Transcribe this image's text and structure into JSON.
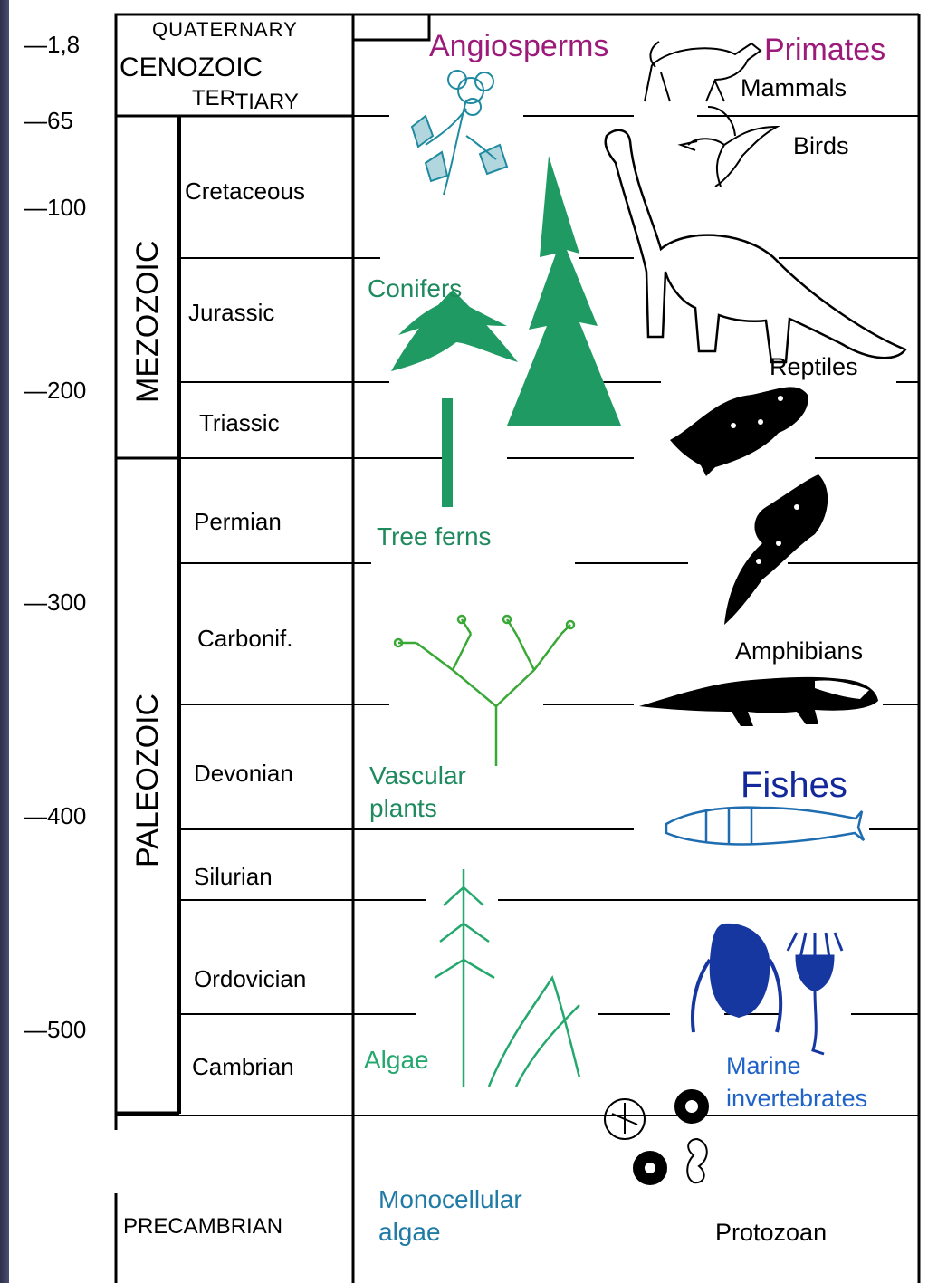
{
  "title": "",
  "colors": {
    "black": "#000000",
    "angiosperms": "#9b1a7a",
    "primates": "#9b1a7a",
    "conifers": "#1f8a5e",
    "tree_ferns": "#1f8a5e",
    "vascular_plants": "#1f8a5e",
    "algae": "#25a86e",
    "monocellular": "#1f7ba6",
    "fishes": "#13289b",
    "marine": "#1f62c8",
    "fish_drawing": "#1d6db0",
    "vascular_drawing": "#3aa836",
    "angio_drawing": "#1f8aa0",
    "trilobite": "#1636a0"
  },
  "time_axis": {
    "labels": [
      {
        "text": "—1,8",
        "value": 1.8
      },
      {
        "text": "—65",
        "value": 65
      },
      {
        "text": "—100",
        "value": 100
      },
      {
        "text": "—200",
        "value": 200
      },
      {
        "text": "—300",
        "value": 300
      },
      {
        "text": "—400",
        "value": 400
      },
      {
        "text": "—500",
        "value": 500
      }
    ]
  },
  "eras": {
    "quaternary": "QUATERNARY",
    "cenozoic": "CENOZOIC",
    "tertiary_a": "TER",
    "tertiary_b": "TIARY",
    "mezozoic": "MEZOZOIC",
    "paleozoic": "PALEOZOIC",
    "precambrian": "PRECAMBRIAN"
  },
  "periods": [
    "Cretaceous",
    "Jurassic",
    "Triassic",
    "Permian",
    "Carbonif.",
    "Devonian",
    "Silurian",
    "Ordovician",
    "Cambrian"
  ],
  "groups": {
    "angiosperms": "Angiosperms",
    "primates": "Primates",
    "mammals": "Mammals",
    "birds": "Birds",
    "conifers": "Conifers",
    "reptiles": "Reptiles",
    "tree_ferns": "Tree ferns",
    "amphibians": "Amphibians",
    "fishes": "Fishes",
    "vascular_1": "Vascular",
    "vascular_2": "plants",
    "algae": "Algae",
    "marine_1": "Marine",
    "marine_2": "invertebrates",
    "monocellular_1": "Monocellular",
    "monocellular_2": "algae",
    "protozoan": "Protozoan"
  },
  "illustrations": [
    "angiosperm-flower-icon",
    "mammal-icon",
    "bird-icon",
    "conifer-tree-icon",
    "tree-fern-icon",
    "sauropod-dinosaur-icon",
    "reptile-icon",
    "amphibian-icon",
    "early-tetrapod-icon",
    "vascular-plant-icon",
    "fish-icon",
    "algae-plant-icon",
    "trilobite-icon",
    "crinoid-icon",
    "protozoan-icon"
  ]
}
